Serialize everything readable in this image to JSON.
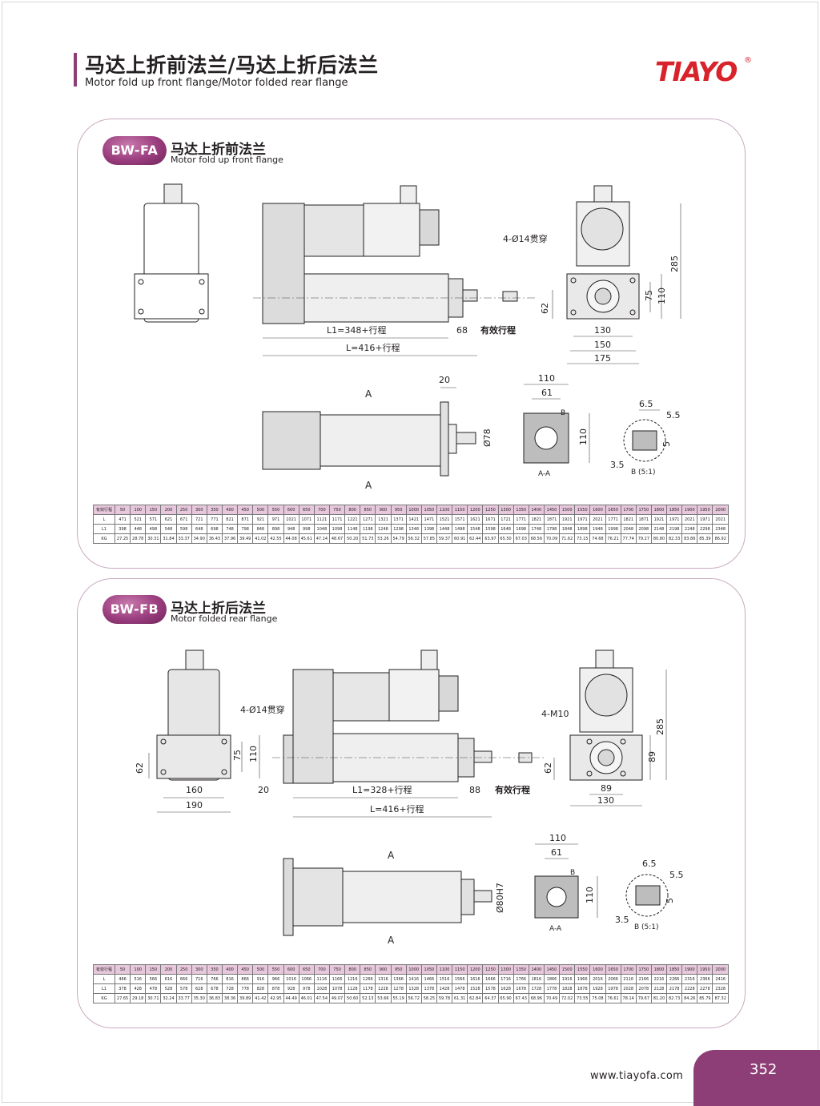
{
  "header": {
    "title_cn": "马达上折前法兰/马达上折后法兰",
    "title_en": "Motor fold up front flange/Motor folded rear flange",
    "logo": "TIAYO",
    "logo_mark": "®",
    "accent_color": "#8e3e76",
    "logo_color": "#d9232a"
  },
  "section_a": {
    "badge": "BW-FA",
    "title_cn": "马达上折前法兰",
    "title_en": "Motor fold up front flange",
    "dims": {
      "l1": "L1=348+行程",
      "gap": "68",
      "stroke": "有效行程",
      "l": "L=416+行程",
      "hole": "4-Ø14贯穿",
      "d285": "285",
      "d110": "110",
      "d75": "75",
      "d62": "62",
      "d130": "130",
      "d150": "150",
      "d175": "175",
      "d20": "20",
      "dia78": "Ø78",
      "s110w": "110",
      "s61": "61",
      "s110h": "110",
      "b": "B",
      "aa": "A-A",
      "t65": "6.5",
      "t55": "5.5",
      "t5": "5",
      "t35": "3.5",
      "bscale": "B (5:1)",
      "a": "A"
    },
    "table": {
      "header_label": "有效行程",
      "strokes": [
        "50",
        "100",
        "150",
        "200",
        "250",
        "300",
        "350",
        "400",
        "450",
        "500",
        "550",
        "600",
        "650",
        "700",
        "750",
        "800",
        "850",
        "900",
        "950",
        "1000",
        "1050",
        "1100",
        "1150",
        "1200",
        "1250",
        "1300",
        "1350",
        "1400",
        "1450",
        "1500",
        "1550",
        "1600",
        "1650",
        "1700",
        "1750",
        "1800",
        "1850",
        "1900",
        "1950",
        "2000"
      ],
      "rows": [
        {
          "label": "L",
          "values": [
            "471",
            "521",
            "571",
            "621",
            "671",
            "721",
            "771",
            "821",
            "871",
            "921",
            "971",
            "1021",
            "1071",
            "1121",
            "1171",
            "1221",
            "1271",
            "1321",
            "1371",
            "1421",
            "1471",
            "1521",
            "1571",
            "1621",
            "1671",
            "1721",
            "1771",
            "1821",
            "1871",
            "1921",
            "1971",
            "2021",
            "1771",
            "1821",
            "1871",
            "1921",
            "1971",
            "2021",
            "1971",
            "2021"
          ]
        },
        {
          "label": "L1",
          "values": [
            "398",
            "448",
            "498",
            "548",
            "598",
            "648",
            "698",
            "748",
            "798",
            "848",
            "898",
            "948",
            "998",
            "1048",
            "1098",
            "1148",
            "1198",
            "1248",
            "1298",
            "1348",
            "1398",
            "1448",
            "1498",
            "1548",
            "1598",
            "1648",
            "1698",
            "1748",
            "1798",
            "1848",
            "1898",
            "1948",
            "1998",
            "2048",
            "2098",
            "2148",
            "2198",
            "2248",
            "2298",
            "2348"
          ]
        },
        {
          "label": "KG",
          "values": [
            "27.25",
            "28.78",
            "30.31",
            "31.84",
            "33.37",
            "34.90",
            "36.43",
            "37.96",
            "39.49",
            "41.02",
            "42.55",
            "44.08",
            "45.61",
            "47.14",
            "48.67",
            "50.20",
            "51.73",
            "53.26",
            "54.79",
            "56.32",
            "57.85",
            "59.37",
            "60.91",
            "62.44",
            "63.97",
            "65.50",
            "67.03",
            "68.56",
            "70.09",
            "71.62",
            "73.15",
            "74.68",
            "76.21",
            "77.74",
            "79.27",
            "80.80",
            "82.33",
            "83.86",
            "85.39",
            "86.92"
          ]
        }
      ]
    }
  },
  "section_b": {
    "badge": "BW-FB",
    "title_cn": "马达上折后法兰",
    "title_en": "Motor folded rear flange",
    "dims": {
      "hole": "4-Ø14贯穿",
      "d75": "75",
      "d110": "110",
      "d62": "62",
      "d160": "160",
      "d190": "190",
      "d20": "20",
      "l1": "L1=328+行程",
      "gap": "88",
      "stroke": "有效行程",
      "l": "L=416+行程",
      "m10": "4-M10",
      "d285": "285",
      "d89v": "89",
      "d62r": "62",
      "d89h": "89",
      "d130": "130",
      "dia80": "Ø80H7",
      "s110w": "110",
      "s61": "61",
      "s110h": "110",
      "b": "B",
      "aa": "A-A",
      "t65": "6.5",
      "t55": "5.5",
      "t5": "5",
      "t35": "3.5",
      "bscale": "B (5:1)",
      "a": "A"
    },
    "table": {
      "header_label": "有效行程",
      "strokes": [
        "50",
        "100",
        "150",
        "200",
        "250",
        "300",
        "350",
        "400",
        "450",
        "500",
        "550",
        "600",
        "650",
        "700",
        "750",
        "800",
        "850",
        "900",
        "950",
        "1000",
        "1050",
        "1100",
        "1150",
        "1200",
        "1250",
        "1300",
        "1350",
        "1400",
        "1450",
        "1500",
        "1550",
        "1600",
        "1650",
        "1700",
        "1750",
        "1800",
        "1850",
        "1900",
        "1950",
        "2000"
      ],
      "rows": [
        {
          "label": "L",
          "values": [
            "466",
            "516",
            "566",
            "616",
            "666",
            "716",
            "766",
            "816",
            "866",
            "916",
            "966",
            "1016",
            "1066",
            "1116",
            "1166",
            "1216",
            "1266",
            "1316",
            "1366",
            "1416",
            "1466",
            "1516",
            "1566",
            "1616",
            "1666",
            "1716",
            "1766",
            "1816",
            "1866",
            "1916",
            "1966",
            "2016",
            "2066",
            "2116",
            "2166",
            "2216",
            "2266",
            "2316",
            "2366",
            "2416"
          ]
        },
        {
          "label": "L1",
          "values": [
            "378",
            "428",
            "478",
            "528",
            "578",
            "628",
            "678",
            "728",
            "778",
            "828",
            "878",
            "928",
            "978",
            "1028",
            "1078",
            "1128",
            "1178",
            "1228",
            "1278",
            "1328",
            "1378",
            "1428",
            "1478",
            "1528",
            "1578",
            "1628",
            "1678",
            "1728",
            "1778",
            "1828",
            "1878",
            "1928",
            "1978",
            "2028",
            "2078",
            "2128",
            "2178",
            "2228",
            "2278",
            "2328"
          ]
        },
        {
          "label": "KG",
          "values": [
            "27.65",
            "29.18",
            "30.71",
            "32.24",
            "33.77",
            "35.30",
            "36.83",
            "38.36",
            "39.89",
            "41.42",
            "42.95",
            "44.49",
            "46.01",
            "47.54",
            "49.07",
            "50.60",
            "52.13",
            "53.66",
            "55.19",
            "56.72",
            "58.25",
            "59.78",
            "61.31",
            "62.84",
            "64.37",
            "65.90",
            "67.43",
            "68.96",
            "70.49",
            "72.02",
            "73.55",
            "75.08",
            "76.61",
            "78.14",
            "79.67",
            "81.20",
            "82.73",
            "84.26",
            "85.79",
            "87.32"
          ]
        }
      ]
    }
  },
  "footer": {
    "url": "www.tiayofa.com",
    "page_number": "352"
  }
}
